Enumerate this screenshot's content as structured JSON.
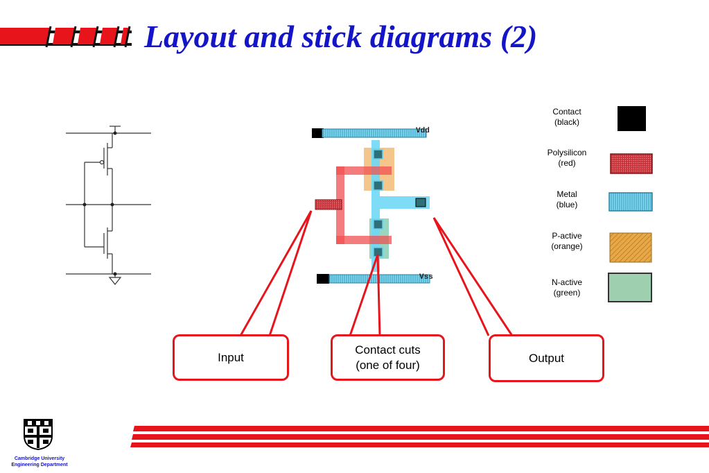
{
  "title": "Layout and stick diagrams (2)",
  "colors": {
    "title": "#1414c8",
    "accent_red": "#e8141c",
    "contact": "#000000",
    "polysilicon": "#c0272d",
    "metal": "#5ed0f0",
    "p_active": "#e8a848",
    "n_active": "#9ed0b0"
  },
  "layout_labels": {
    "vdd": "Vdd",
    "vss": "Vss"
  },
  "callouts": {
    "input": "Input",
    "contact_cuts_line1": "Contact cuts",
    "contact_cuts_line2": "(one of four)",
    "output": "Output"
  },
  "legend": [
    {
      "line1": "Contact",
      "line2": "(black)",
      "icon": "contact-swatch"
    },
    {
      "line1": "Polysilicon",
      "line2": "(red)",
      "icon": "polysilicon-swatch"
    },
    {
      "line1": "Metal",
      "line2": "(blue)",
      "icon": "metal-swatch"
    },
    {
      "line1": "P-active",
      "line2": "(orange)",
      "icon": "p-active-swatch"
    },
    {
      "line1": "N-active",
      "line2": "(green)",
      "icon": "n-active-swatch"
    }
  ],
  "logo": {
    "line1": "Cambridge University",
    "line2": "Engineering  Department",
    "icon": "university-shield-icon"
  }
}
